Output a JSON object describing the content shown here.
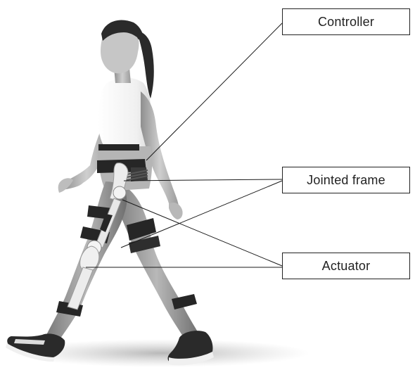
{
  "labels": {
    "controller": "Controller",
    "jointed_frame": "Jointed frame",
    "actuator": "Actuator"
  },
  "colors": {
    "skin": "#c9c9c9",
    "shirt": "#f2f2f2",
    "hair": "#2a2a2a",
    "strap": "#262626",
    "brace": "#ececec",
    "leader_line": "#1a1a1a"
  }
}
